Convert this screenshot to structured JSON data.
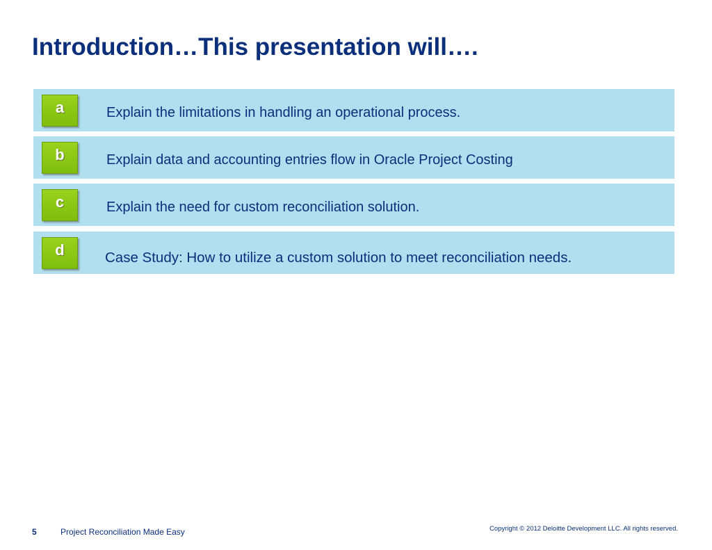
{
  "slide": {
    "title": "Introduction…This presentation will…."
  },
  "agenda": {
    "items": [
      {
        "letter": "a",
        "text": "Explain the limitations in handling an operational process."
      },
      {
        "letter": "b",
        "text": "Explain data and accounting entries flow in Oracle Project Costing"
      },
      {
        "letter": "c",
        "text": "Explain the need for custom reconciliation solution."
      },
      {
        "letter": "d",
        "text": "Case Study: How to utilize a custom solution to meet reconciliation needs."
      }
    ]
  },
  "footer": {
    "page_number": "5",
    "deck_title": "Project Reconciliation Made Easy",
    "copyright": "Copyright © 2012 Deloitte Development LLC. All rights reserved."
  },
  "colors": {
    "title_text": "#0b2f7a",
    "row_background": "#b1dff0",
    "badge_green": "#8cc815"
  }
}
